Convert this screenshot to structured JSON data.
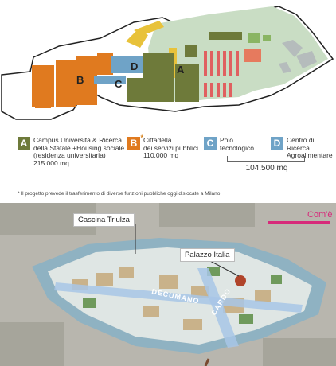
{
  "plan": {
    "zone_letters": {
      "a": "A",
      "b": "B",
      "c": "C",
      "d": "D"
    }
  },
  "legend": [
    {
      "letter": "A",
      "lines": [
        "Campus Università & Ricerca",
        "della Statale +Housing sociale",
        "(residenza universitaria)",
        "215.000 mq"
      ],
      "color": "#6e7a3a"
    },
    {
      "letter": "B",
      "lines": [
        "Cittadella",
        "dei servizi pubblici",
        "110.000 mq"
      ],
      "color": "#e07a1f",
      "marker": "*"
    },
    {
      "letter": "C",
      "lines": [
        "Polo",
        "tecnologico"
      ],
      "color": "#6fa3c7"
    },
    {
      "letter": "D",
      "lines": [
        "Centro di Ricerca",
        "Agroalimentare"
      ],
      "color": "#6fa3c7"
    }
  ],
  "shared_area": "104.500 mq",
  "footnote": "* Il progetto prevede il trasferimento di diverse funzioni pubbliche oggi dislocate a Milano",
  "aerial": {
    "com_e": "Com'è",
    "callouts": {
      "cascina": "Cascina Triulza",
      "palazzo": "Palazzo Italia"
    },
    "axis_labels": {
      "decumano": "DECUMANO",
      "cardo": "CARDO"
    }
  },
  "colors": {
    "campus": "#6e7a3a",
    "cittadella": "#e07a1f",
    "polo": "#6fa3c7",
    "green": "#c9ddc4",
    "accent": "#d72a7a"
  }
}
